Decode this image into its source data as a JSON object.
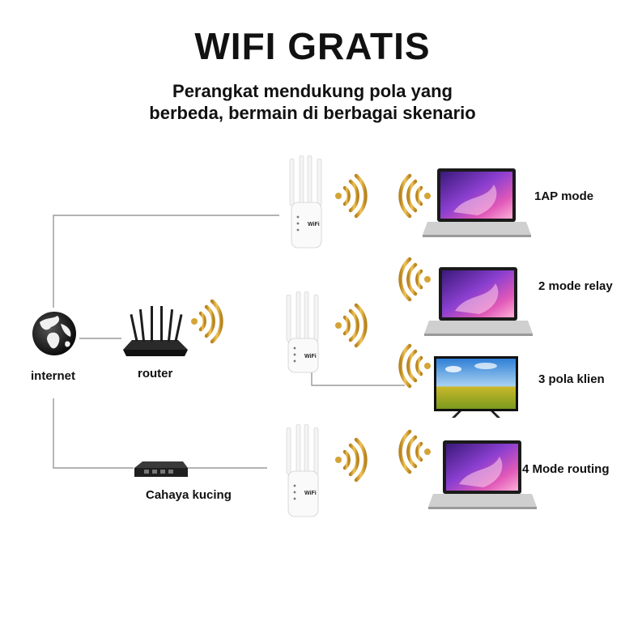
{
  "header": {
    "title": "WIFI GRATIS",
    "subtitle_line1": "Perangkat mendukung pola yang",
    "subtitle_line2": "berbeda, bermain di berbagai skenario"
  },
  "sources": {
    "internet": "internet",
    "router": "router",
    "cat": "Cahaya kucing"
  },
  "modes": [
    {
      "label": "1AP mode"
    },
    {
      "label": "2 mode relay"
    },
    {
      "label": "3 pola klien"
    },
    {
      "label": "4 Mode routing"
    }
  ],
  "device_badge": "WiFi",
  "colors": {
    "wave": "#d4a437",
    "line": "#9a9a9a",
    "screen_purple": "#7a3fc8",
    "screen_magenta": "#d64fb5",
    "router_body": "#1d1d1d"
  }
}
